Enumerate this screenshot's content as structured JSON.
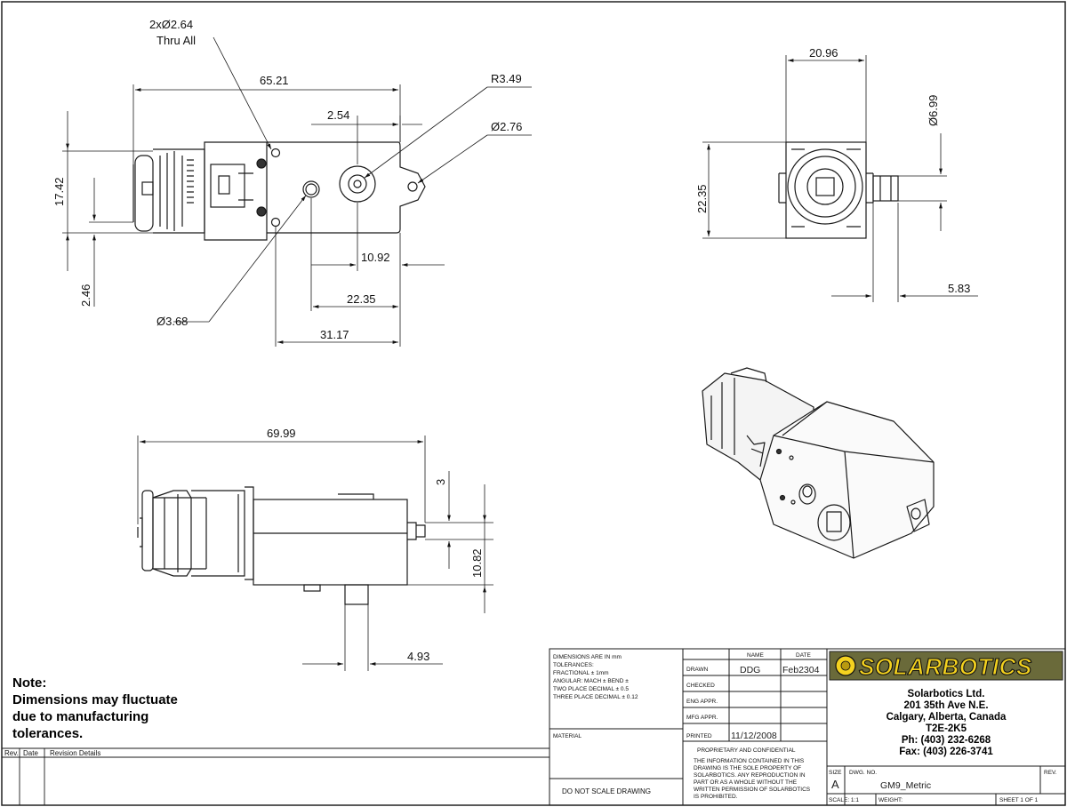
{
  "drawing": {
    "top_view": {
      "hole_label": "2xØ2.64",
      "hole_note": "Thru All",
      "overall_length": "65.21",
      "height": "17.42",
      "offset_low": "2.46",
      "radius": "R3.49",
      "shaft_offset": "2.54",
      "mount_hole": "Ø2.76",
      "shaft_dist": "10.92",
      "boss_dist": "22.35",
      "hole_dist": "31.17",
      "boss_dia": "Ø3.68"
    },
    "end_view": {
      "width": "20.96",
      "height": "22.35",
      "shaft_dia": "Ø6.99",
      "shaft_protrusion": "5.83"
    },
    "side_view": {
      "overall_length": "69.99",
      "shaft_flat": "3",
      "shaft_height": "10.82",
      "boss_width": "4.93"
    }
  },
  "note": {
    "lines": [
      "Note:",
      "Dimensions may fluctuate",
      "due to manufacturing",
      "tolerances."
    ]
  },
  "revision_table": {
    "col_rev": "Rev.",
    "col_date": "Date",
    "col_details": "Revision Details"
  },
  "title_block": {
    "tolerances": {
      "line1": "DIMENSIONS ARE IN mm",
      "line2": "TOLERANCES:",
      "line3": "FRACTIONAL ± 1mm",
      "line4": "ANGULAR: MACH ±    BEND ±",
      "line5": "TWO PLACE DECIMAL    ± 0.5",
      "line6": "THREE PLACE DECIMAL  ± 0.12"
    },
    "material_label": "MATERIAL",
    "do_not_scale": "DO NOT SCALE DRAWING",
    "col_name": "NAME",
    "col_date": "DATE",
    "drawn_label": "DRAWN",
    "drawn_name": "DDG",
    "drawn_date": "Feb2304",
    "checked_label": "CHECKED",
    "eng_label": "ENG APPR.",
    "mfg_label": "MFG APPR.",
    "printed_label": "PRINTED",
    "printed_date": "11/12/2008",
    "proprietary_title": "PROPRIETARY AND CONFIDENTIAL",
    "proprietary_text": [
      "THE INFORMATION CONTAINED IN THIS",
      "DRAWING IS THE SOLE PROPERTY OF",
      "SOLARBOTICS. ANY REPRODUCTION IN",
      "PART OR AS A WHOLE WITHOUT THE",
      "WRITTEN PERMISSION OF SOLARBOTICS",
      "IS PROHIBITED."
    ],
    "logo_text": "SOLARBOTICS",
    "company": {
      "name": "Solarbotics Ltd.",
      "street": "201 35th Ave N.E.",
      "city": "Calgary, Alberta, Canada",
      "postal": "T2E-2K5",
      "phone": "Ph: (403) 232-6268",
      "fax": "Fax: (403) 226-3741"
    },
    "size_label": "SIZE",
    "size_value": "A",
    "dwg_label": "DWG. NO.",
    "dwg_value": "GM9_Metric",
    "rev_label": "REV.",
    "scale_label": "SCALE: 1:1",
    "weight_label": "WEIGHT:",
    "sheet_label": "SHEET 1 OF 1"
  },
  "colors": {
    "line": "#1a1a1a",
    "logo_fill": "#f4d21f",
    "logo_bg": "#6a6a3a"
  }
}
